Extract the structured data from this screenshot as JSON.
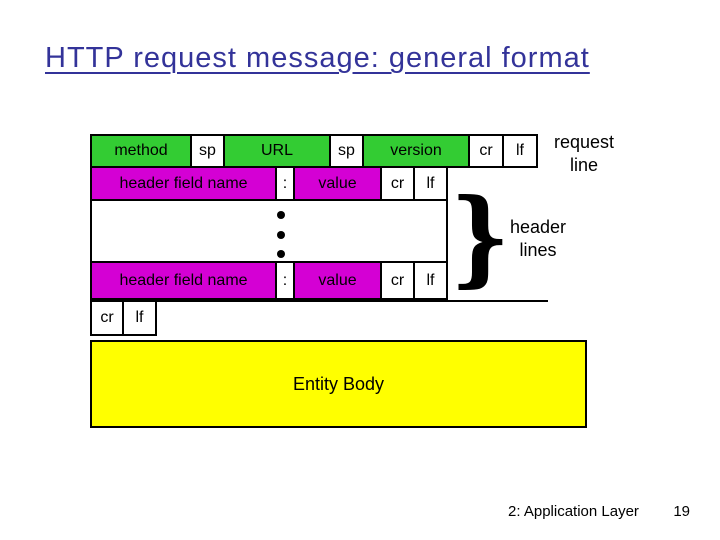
{
  "slide": {
    "title": "HTTP request message: general format",
    "footer_left": "2: Application Layer",
    "footer_page": "19"
  },
  "colors": {
    "title": "#333399",
    "green": "#33cc33",
    "magenta": "#d400d4",
    "yellow": "#ffff00",
    "border": "#000000"
  },
  "diagram": {
    "request_line_row": {
      "cells": [
        {
          "label": "method"
        },
        {
          "label": "sp"
        },
        {
          "label": "URL"
        },
        {
          "label": "sp"
        },
        {
          "label": "version"
        },
        {
          "label": "cr"
        },
        {
          "label": "lf"
        }
      ]
    },
    "request_line_annotation": {
      "line1": "request",
      "line2": "line"
    },
    "header_row_top": {
      "cells": [
        {
          "label": "header field name"
        },
        {
          "label": ":"
        },
        {
          "label": "value"
        },
        {
          "label": "cr"
        },
        {
          "label": "lf"
        }
      ]
    },
    "header_row_bottom": {
      "cells": [
        {
          "label": "header field name"
        },
        {
          "label": ":"
        },
        {
          "label": "value"
        },
        {
          "label": "cr"
        },
        {
          "label": "lf"
        }
      ]
    },
    "blank_line_row": {
      "cells": [
        {
          "label": "cr"
        },
        {
          "label": "lf"
        }
      ]
    },
    "brace_glyph": "}",
    "header_lines_annotation": {
      "line1": "header",
      "line2": "lines"
    },
    "entity_body_label": "Entity Body"
  }
}
